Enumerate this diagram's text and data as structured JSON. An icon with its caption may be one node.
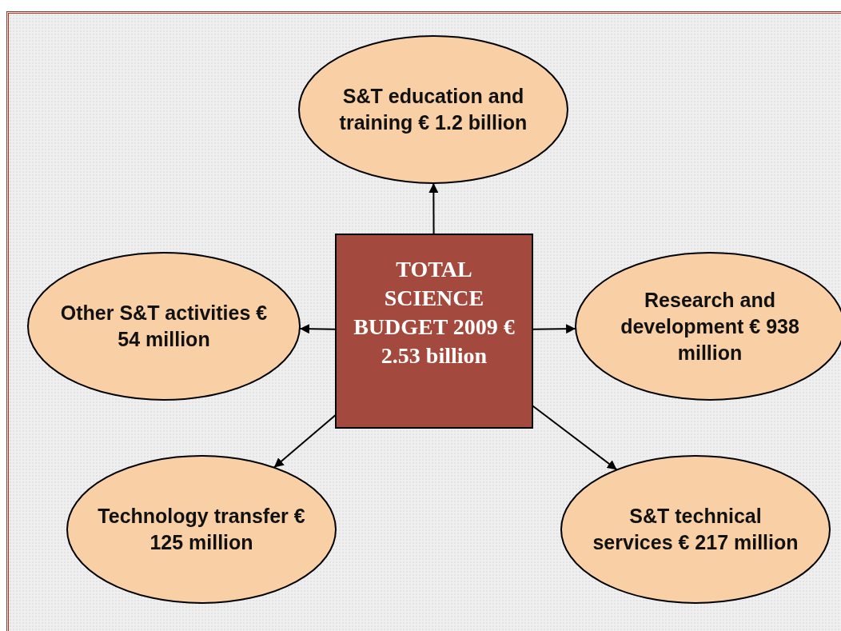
{
  "diagram": {
    "nodes": [
      {
        "text": [
          "S&T education and training € 1.2 billion"
        ]
      },
      {
        "text": [
          "Other S&T activities € 54 million"
        ]
      },
      {
        "text": [
          "TOTAL SCIENCE BUDGET 2009 € 2.53 billion"
        ]
      },
      {
        "text": [
          "Research and development € 938 million"
        ]
      },
      {
        "text": [
          "Technology transfer € 125 million"
        ]
      },
      {
        "text": [
          "S&T technical services € 217 million"
        ]
      }
    ],
    "edges": [
      {
        "from": 2,
        "to": 0,
        "arrow": "to"
      },
      {
        "from": 2,
        "to": 1,
        "arrow": "to"
      },
      {
        "from": 2,
        "to": 3,
        "arrow": "to"
      },
      {
        "from": 2,
        "to": 4,
        "arrow": "to"
      },
      {
        "from": 2,
        "to": 5,
        "arrow": "to"
      }
    ]
  }
}
